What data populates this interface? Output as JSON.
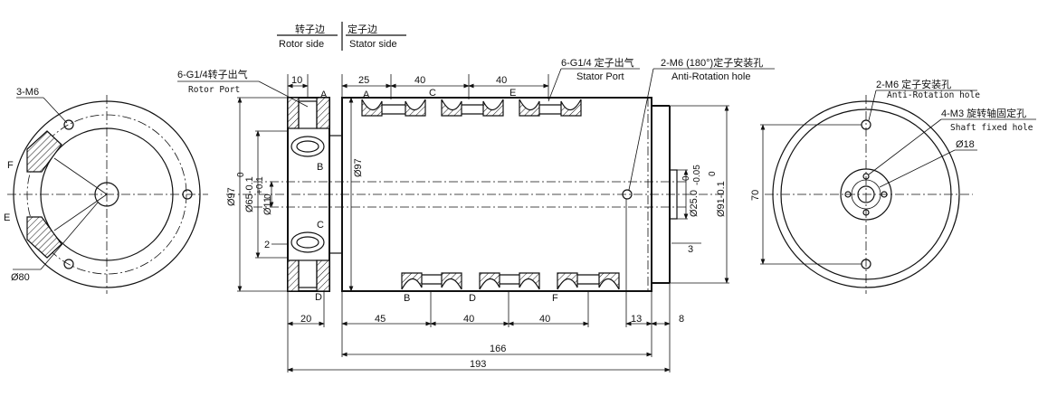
{
  "header": {
    "rotor_side_cn": "转子边",
    "rotor_side_en": "Rotor side",
    "stator_side_cn": "定子边",
    "stator_side_en": "Stator side"
  },
  "left_view": {
    "callout_holes": "3-M6",
    "port_e_top": "F",
    "port_e_bottom": "E",
    "diameter": "Ø80"
  },
  "front_view": {
    "rotor_port_cn": "6-G1/4转子出气",
    "rotor_port_en": "Rotor Port",
    "stator_port_cn": "6-G1/4 定子出气",
    "stator_port_en": "Stator Port",
    "anti_rotation_cn": "2-M6 (180°)定子安装孔",
    "anti_rotation_en": "Anti-Rotation hole",
    "top_dims": [
      "10",
      "25",
      "40",
      "40"
    ],
    "top_letters": [
      "A",
      "A",
      "C",
      "E"
    ],
    "left_letters": [
      "B",
      "C",
      "D"
    ],
    "bottom_letters": [
      "B",
      "D",
      "F"
    ],
    "dim_phi97_left": "Ø97",
    "dim_0_left": "0",
    "dim_phi65": "Ø65-0.1",
    "dim_phi11_tol": "+0.1",
    "dim_phi11_tol0": "0",
    "dim_phi11": "Ø11",
    "dim_phi97_mid": "Ø97",
    "dim_2": "2",
    "dim_phi25_tol": "-0.05",
    "dim_phi25": "Ø25.0",
    "dim_phi25_tol0": "0",
    "dim_phi91_0": "0",
    "dim_phi91": "Ø91-0.1",
    "dim_3": "3",
    "bottom_dims": [
      "20",
      "45",
      "40",
      "40",
      "13",
      "8"
    ],
    "overall_166": "166",
    "overall_193": "193"
  },
  "right_view": {
    "mount_holes_cn": "2-M6 定子安装孔",
    "mount_holes_en": "Anti-Rotation hole",
    "shaft_holes_cn": "4-M3 旋转轴固定孔",
    "shaft_holes_en": "Shaft fixed hole",
    "dia18": "Ø18",
    "dim70": "70"
  }
}
